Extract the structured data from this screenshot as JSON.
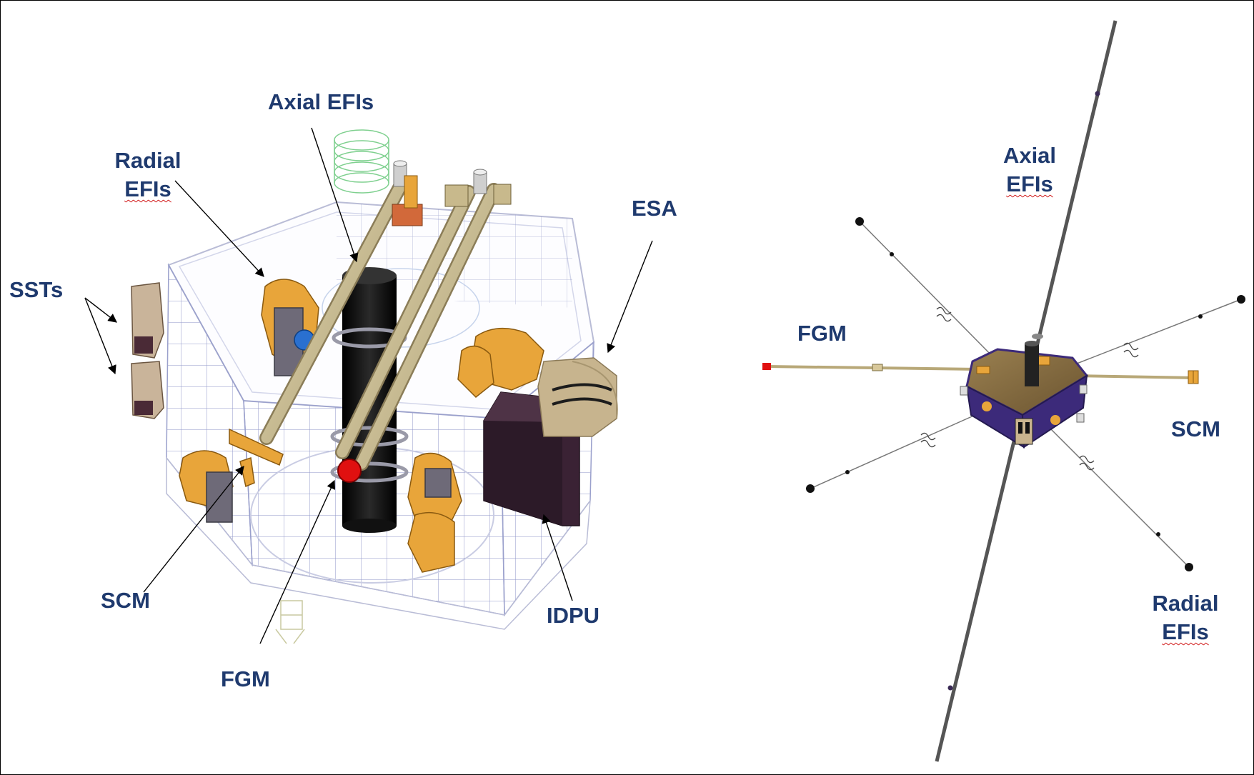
{
  "diagram": {
    "left_labels": {
      "axial_efis": "Axial EFIs",
      "radial_efis_line1": "Radial",
      "radial_efis_line2": "EFIs",
      "ssts": "SSTs",
      "esa": "ESA",
      "scm": "SCM",
      "fgm": "FGM",
      "idpu": "IDPU"
    },
    "right_labels": {
      "axial_efis_line1": "Axial",
      "axial_efis_line2": "EFIs",
      "fgm": "FGM",
      "scm": "SCM",
      "radial_efis_line1": "Radial",
      "radial_efis_line2": "EFIs"
    },
    "colors": {
      "label_text": "#1f3a6e",
      "boom_tan": "#c8b98c",
      "instrument_orange": "#e8a53a",
      "cylinder_black": "#111111",
      "fgm_red": "#e01010",
      "idpu_purple": "#3a2234",
      "spacecraft_panel": "#3c2a7a",
      "spacecraft_top": "#8a7040"
    }
  }
}
